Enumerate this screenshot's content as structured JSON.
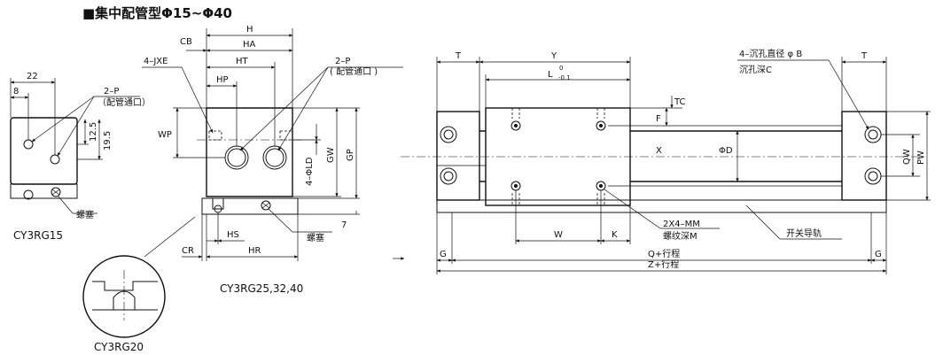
{
  "title": "■集中配管型Φ15~Φ40",
  "models": {
    "cy3rg15": "CY3RG15",
    "cy3rg20": "CY3RG20",
    "cy3rg25": "CY3RG25,32,40"
  },
  "labels": {
    "dim_22": "22",
    "dim_8": "8",
    "dim_12_5": "12.5",
    "dim_19_5": "19.5",
    "port_2p": "2–P",
    "port_2p_note": "（配管通口）",
    "port_2p_note2": "( 配管通口 )",
    "plug": "螺塞",
    "cb": "CB",
    "h": "H",
    "ha": "HA",
    "jxe": "4–JXE",
    "ht": "HT",
    "hp": "HP",
    "wp": "WP",
    "ld": "4–ΦLD",
    "gw": "GW",
    "gp": "GP",
    "dim_7": "7",
    "hs": "HS",
    "cr": "CR",
    "hr": "HR",
    "t_left": "T",
    "t_right": "T",
    "y": "Y",
    "l": "L",
    "l_tol_upper": "0",
    "l_tol_lower": "-0.1",
    "counterbore": "4–沉孔直径 φ B",
    "counterbore_depth": "沉孔深C",
    "tc": "TC",
    "f": "F",
    "x": "X",
    "phi_d": "ΦD",
    "qw": "QW",
    "pw": "PW",
    "mm": "2X4–MM",
    "mm_depth": "螺纹深M",
    "w": "W",
    "k": "K",
    "switch_rail": "开关导轨",
    "g_left": "G",
    "g_right": "G",
    "q_stroke": "Q+行程",
    "z_stroke": "Z+行程"
  }
}
